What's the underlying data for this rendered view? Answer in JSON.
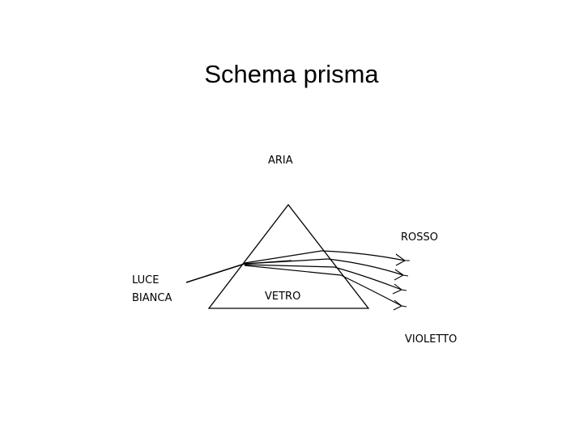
{
  "title": "Schema prisma",
  "diagram": {
    "labels": {
      "air": "ARIA",
      "glass": "VETRO",
      "white_light_line1": "LUCE",
      "white_light_line2": "BIANCA",
      "red": "ROSSO",
      "violet": "VIOLETTO"
    },
    "line_color": "#000000"
  }
}
